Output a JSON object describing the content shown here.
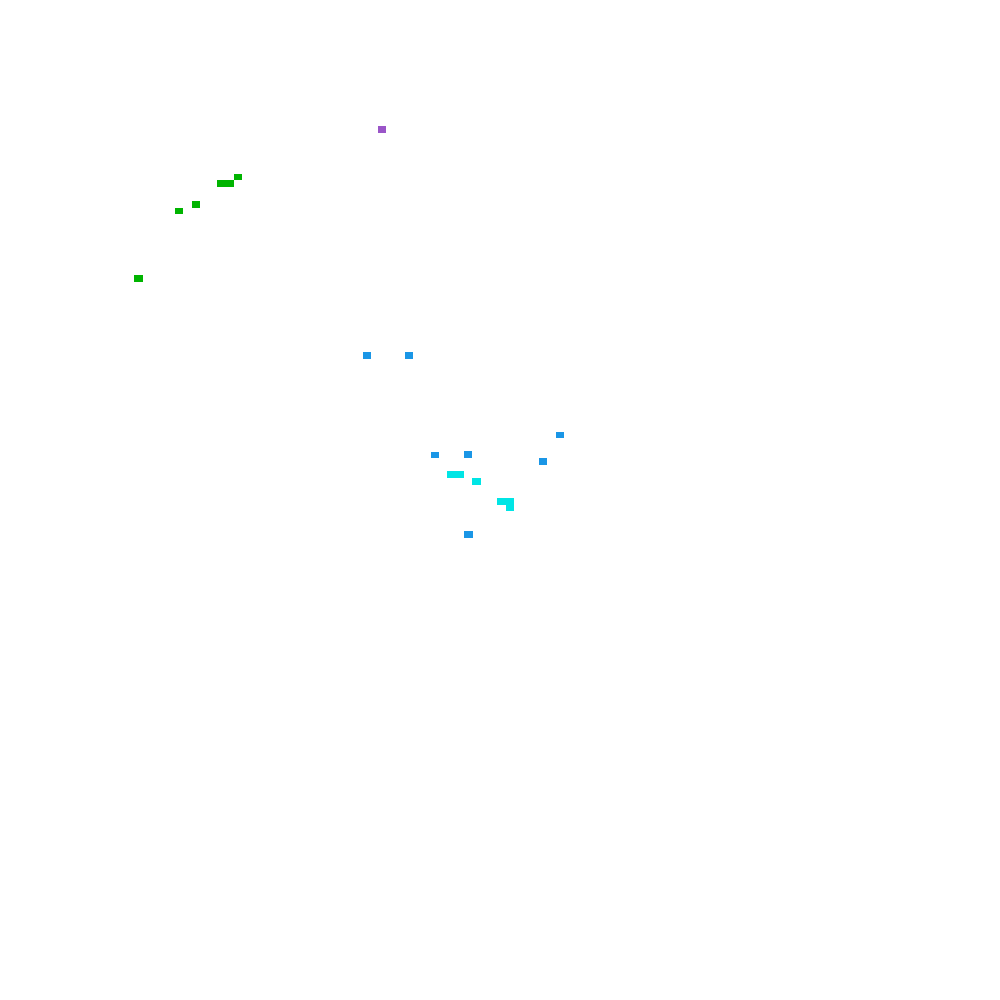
{
  "colors": {
    "background": "#ffffff",
    "purple": "#9a55c8",
    "green": "#00b400",
    "blue": "#1a96e6",
    "cyan": "#00e5e5"
  },
  "marks": [
    {
      "name": "purple-mark-1",
      "color": "purple"
    },
    {
      "name": "green-mark-1",
      "color": "green"
    },
    {
      "name": "green-mark-2",
      "color": "green"
    },
    {
      "name": "green-mark-3",
      "color": "green"
    },
    {
      "name": "green-mark-4",
      "color": "green"
    },
    {
      "name": "green-mark-5",
      "color": "green"
    },
    {
      "name": "blue-mark-1",
      "color": "blue"
    },
    {
      "name": "blue-mark-2",
      "color": "blue"
    },
    {
      "name": "blue-mark-3",
      "color": "blue"
    },
    {
      "name": "blue-mark-4",
      "color": "blue"
    },
    {
      "name": "blue-mark-5",
      "color": "blue"
    },
    {
      "name": "blue-mark-6",
      "color": "blue"
    },
    {
      "name": "blue-mark-7",
      "color": "blue"
    },
    {
      "name": "cyan-mark-1",
      "color": "cyan"
    },
    {
      "name": "cyan-mark-2",
      "color": "cyan"
    },
    {
      "name": "cyan-mark-3",
      "color": "cyan"
    },
    {
      "name": "cyan-mark-4",
      "color": "cyan"
    }
  ]
}
